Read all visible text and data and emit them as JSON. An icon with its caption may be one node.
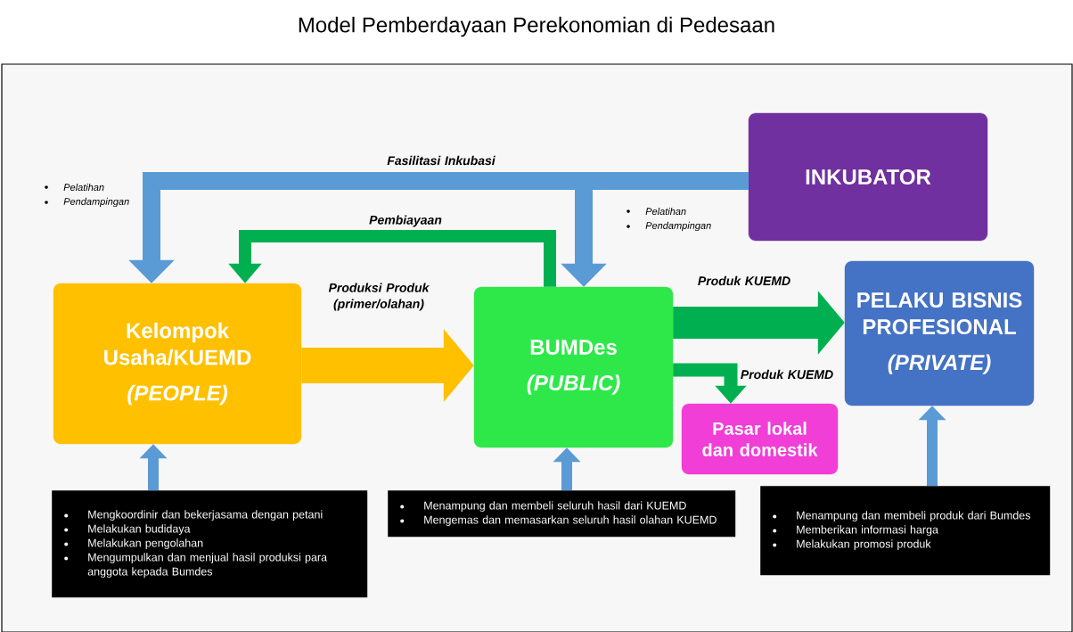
{
  "diagram": {
    "title": "Model Pemberdayaan Perekonomian di Pedesaan",
    "nodes": [
      {
        "text": [
          "INKUBATOR"
        ]
      },
      {
        "text": [
          "Kelompok Usaha/KUEMD",
          "(PEOPLE)"
        ]
      },
      {
        "text": [
          "BUMDes",
          "(PUBLIC)"
        ]
      },
      {
        "text": [
          "PELAKU BISNIS PROFESIONAL",
          "(PRIVATE)"
        ]
      },
      {
        "text": [
          "Pasar lokal dan domestik"
        ]
      },
      {
        "text": [
          "Mengkoordinir dan bekerjasama dengan petani",
          "Melakukan budidaya",
          "Melakukan pengolahan",
          "Mengumpulkan dan menjual  hasil produksi para anggota kepada Bumdes"
        ]
      },
      {
        "text": [
          "Menampung dan membeli seluruh hasil dari KUEMD",
          "Mengemas dan memasarkan seluruh hasil olahan KUEMD"
        ]
      },
      {
        "text": [
          "Menampung dan membeli produk dari Bumdes",
          "Memberikan informasi harga",
          "Melakukan promosi produk"
        ]
      }
    ],
    "edges": [
      {
        "from": 0,
        "to": 1,
        "arrow": "to",
        "label": "Fasilitasi  Inkubasi"
      },
      {
        "from": 0,
        "to": 2,
        "arrow": "to"
      },
      {
        "from": 2,
        "to": 1,
        "arrow": "to",
        "label": "Pembiayaan",
        "color": "#00b050"
      },
      {
        "from": 1,
        "to": 2,
        "arrow": "to",
        "label": "Produksi Produk (primer/olahan)",
        "color": "#ffc000",
        "style": "thick"
      },
      {
        "from": 2,
        "to": 3,
        "arrow": "to",
        "label": "Produk KUEMD",
        "color": "#00b050",
        "style": "thick"
      },
      {
        "from": 2,
        "to": 4,
        "arrow": "to",
        "label": "Produk KUEMD",
        "color": "#00b050"
      },
      {
        "from": 5,
        "to": 1,
        "arrow": "to"
      },
      {
        "from": 6,
        "to": 2,
        "arrow": "to"
      },
      {
        "from": 7,
        "to": 3,
        "arrow": "to"
      }
    ],
    "labels": [
      "Pelatihan",
      "Pendampingan",
      "Pelatihan",
      "Pendampingan"
    ]
  }
}
